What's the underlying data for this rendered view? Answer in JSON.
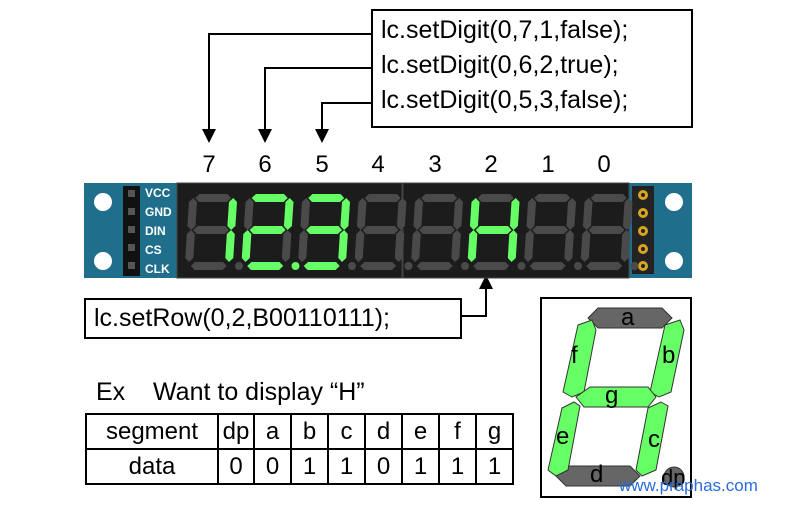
{
  "code_top": [
    "lc.setDigit(0,7,1,false);",
    "lc.setDigit(0,6,2,true);",
    "lc.setDigit(0,5,3,false);"
  ],
  "code_row": "lc.setRow(0,2,B00110111);",
  "digit_numbers": [
    "7",
    "6",
    "5",
    "4",
    "3",
    "2",
    "1",
    "0"
  ],
  "pins": [
    "VCC",
    "GND",
    "DIN",
    "CS",
    "CLK"
  ],
  "example": {
    "ex": "Ex",
    "title": "Want to display “H”"
  },
  "segment_table": {
    "row1_label": "segment",
    "row2_label": "data",
    "segments": [
      "dp",
      "a",
      "b",
      "c",
      "d",
      "e",
      "f",
      "g"
    ],
    "data": [
      "0",
      "0",
      "1",
      "1",
      "0",
      "1",
      "1",
      "1"
    ]
  },
  "segment_diagram_labels": {
    "a": "a",
    "b": "b",
    "c": "c",
    "d": "d",
    "e": "e",
    "f": "f",
    "g": "g",
    "dp": "dp"
  },
  "digits_lit": [
    {
      "position": "7",
      "segments": "bc"
    },
    {
      "position": "6",
      "segments": "abdeg",
      "dp": true
    },
    {
      "position": "5",
      "segments": "abcdg"
    },
    {
      "position": "2",
      "segments": "bcefg"
    }
  ],
  "colors": {
    "lit": "#66ff66",
    "unlit": "#4a4a4a",
    "board": "#1f6e8c",
    "display": "#1a1a1a"
  },
  "watermark": "www.praphas.com"
}
